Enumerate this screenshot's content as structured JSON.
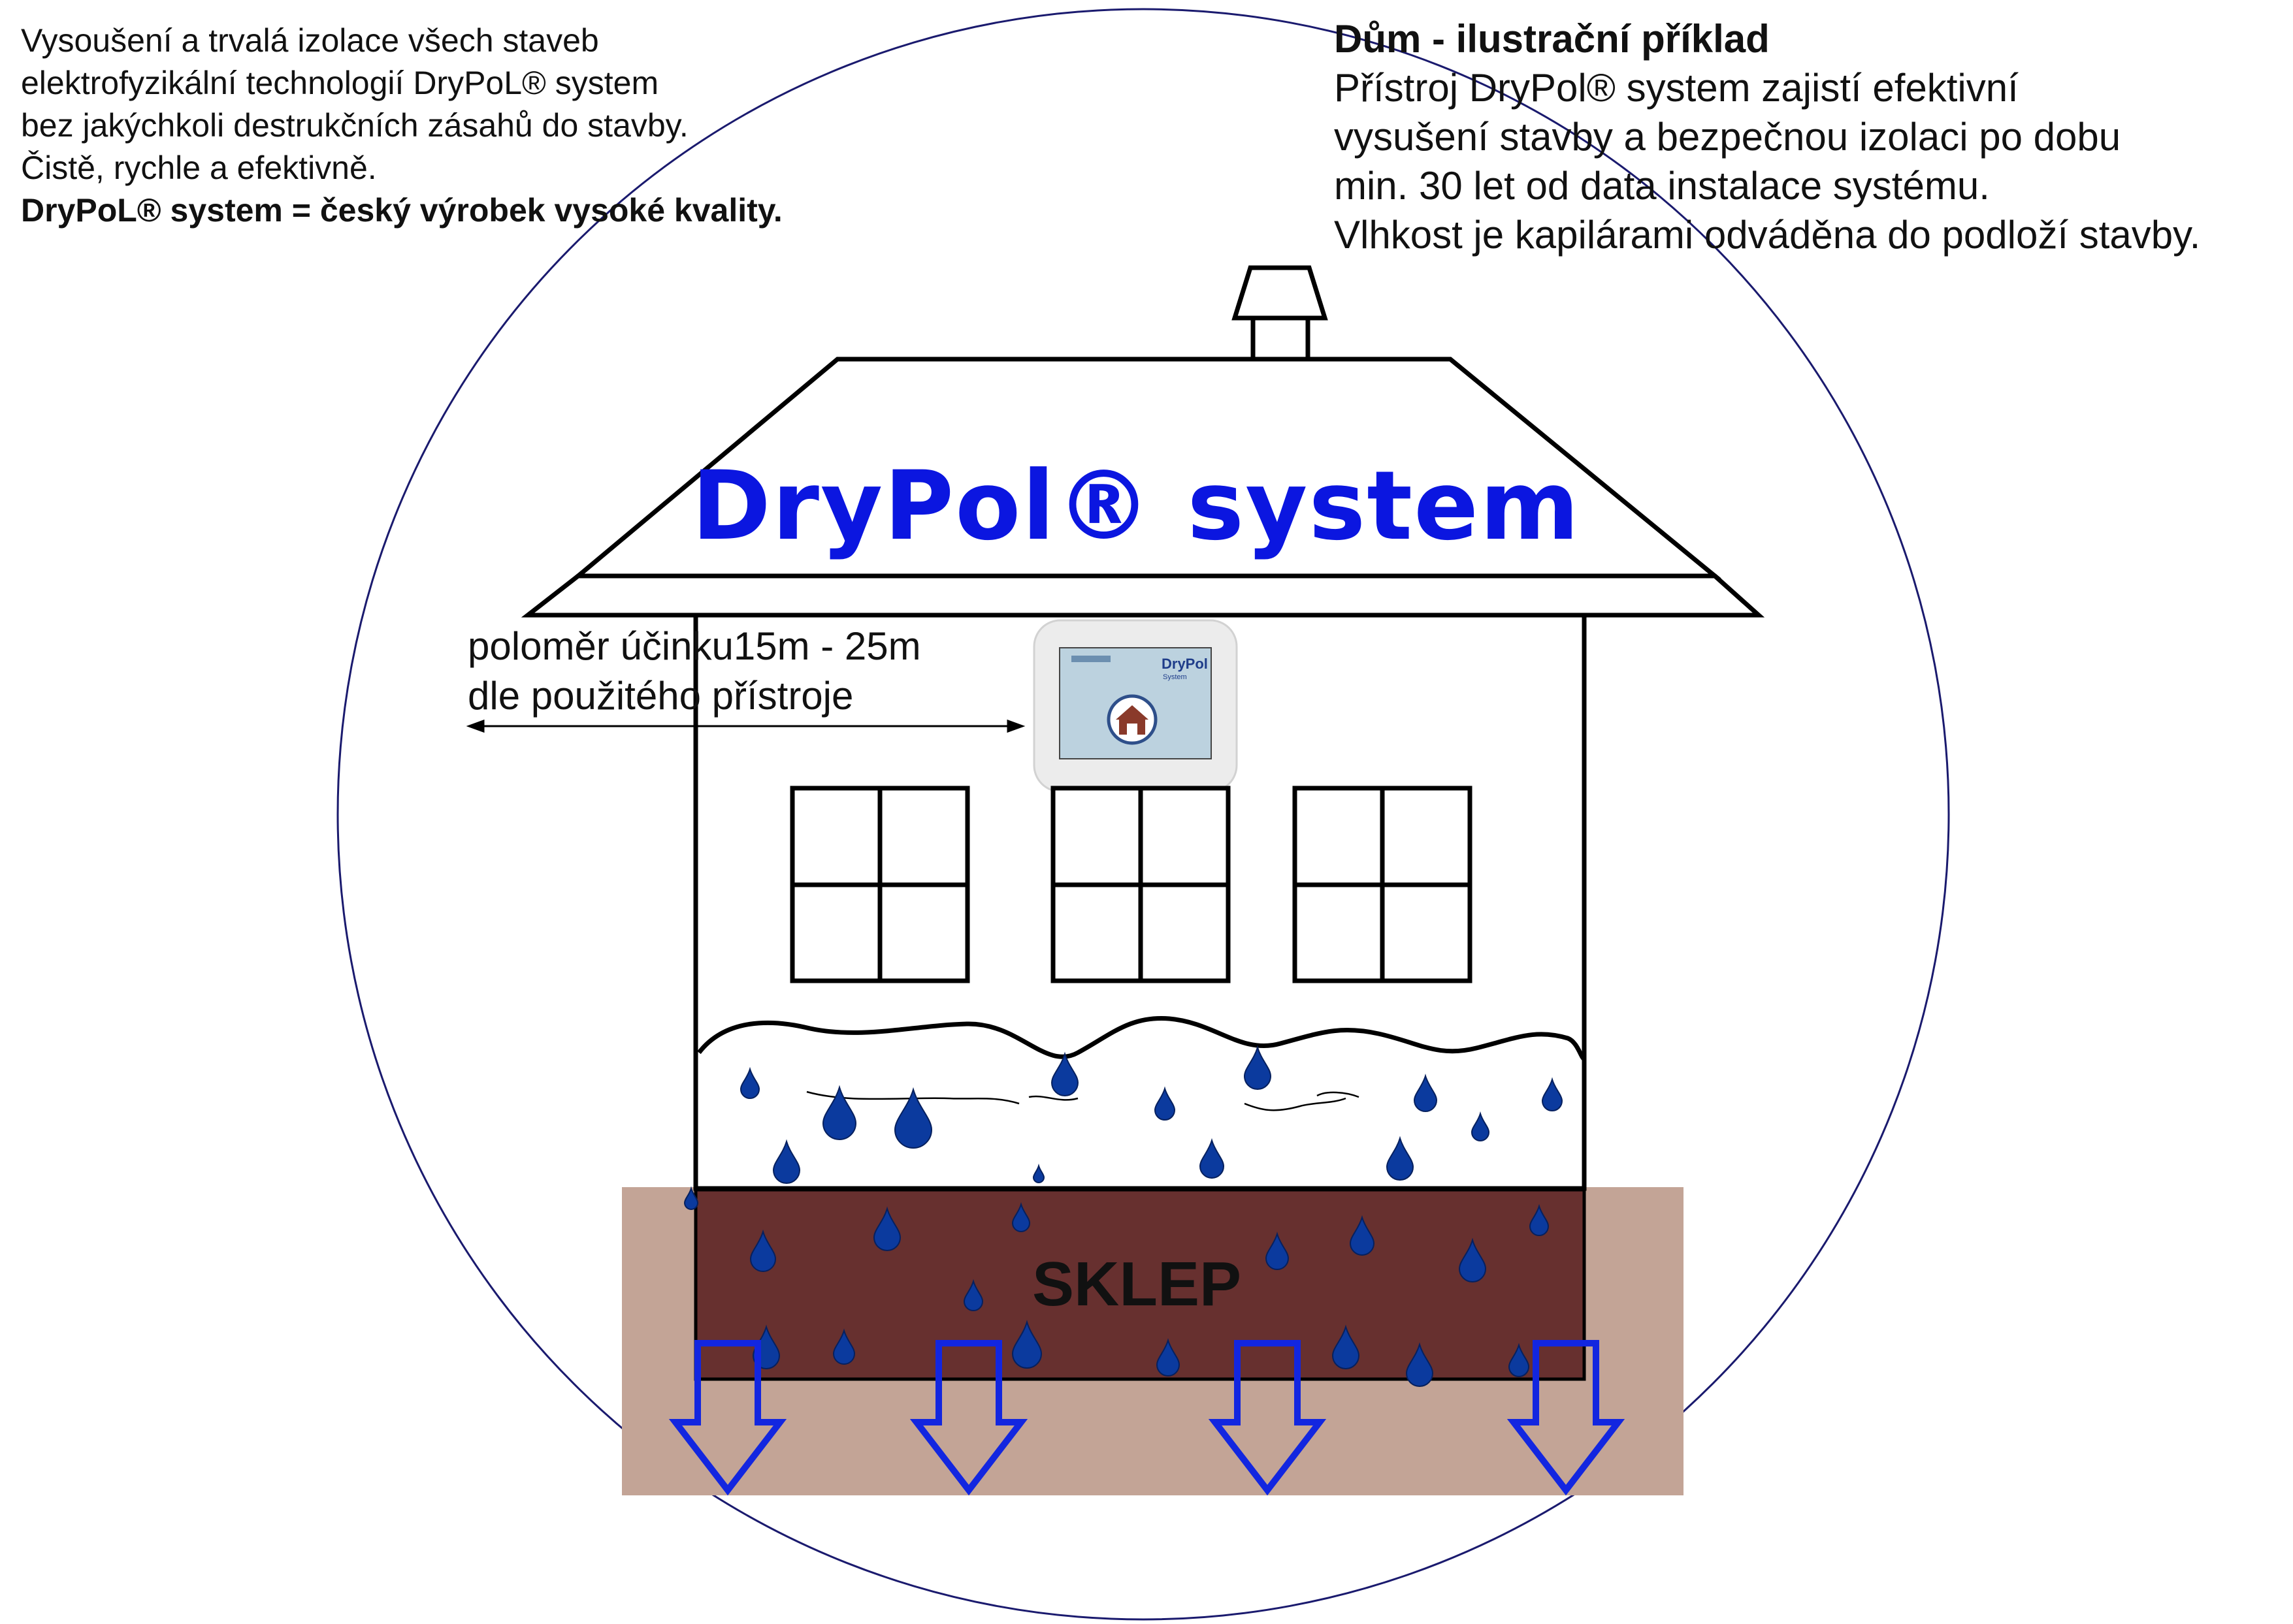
{
  "left_text": {
    "line1": "Vysoušení a trvalá izolace všech staveb",
    "line2": "elektrofyzikální technologií DryPoL® system",
    "line3": "bez jakýchkoli destrukčních zásahů do stavby.",
    "line4": "Čistě, rychle a efektivně.",
    "line5": "DryPoL® system = český výrobek vysoké kvality."
  },
  "right_text": {
    "title": "Dům - ilustrační příklad",
    "line1": "Přístroj DryPol® system zajistí efektivní",
    "line2": "vysušení stavby a bezpečnou izolaci po dobu",
    "line3": "min. 30 let od data instalace systému.",
    "line4": "Vlhkost je kapilárami odváděna do podloží stavby."
  },
  "house": {
    "brand": "DryPol® system",
    "basement_label": "SKLEP",
    "radius_line1": "poloměr účinku15m - 25m",
    "radius_line2": "dle použitého přístroje"
  },
  "device": {
    "title": "DryPol",
    "subtitle": "System"
  },
  "colors": {
    "brand_blue": "#0b16e0",
    "outline": "#000000",
    "circle": "#1a1a6e",
    "ground": "#c3a496",
    "basement": "#67302f",
    "drop": "#0b3a9e",
    "arrow": "#1226e0"
  }
}
